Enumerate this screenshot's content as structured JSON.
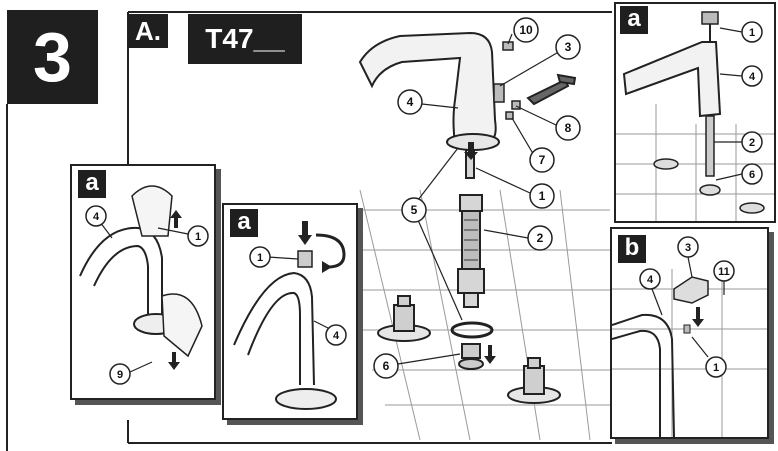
{
  "step_number": "3",
  "section_label": "A.",
  "model_label": "T47__",
  "panel_labels": {
    "left_a": "a",
    "middle_a": "a",
    "top_right_a": "a",
    "bottom_right_b": "b"
  },
  "callouts": {
    "main": [
      "10",
      "3",
      "4",
      "8",
      "7",
      "1",
      "5",
      "2",
      "6"
    ],
    "left_a": [
      "4",
      "1",
      "9"
    ],
    "middle_a": [
      "1",
      "4"
    ],
    "top_right_a": [
      "1",
      "4",
      "2",
      "6"
    ],
    "bottom_right_b": [
      "3",
      "4",
      "11",
      "1"
    ]
  },
  "colors": {
    "ink": "#222222",
    "badge": "#1f1f1f",
    "tile": "#9a9a9a",
    "paper": "#ffffff"
  }
}
